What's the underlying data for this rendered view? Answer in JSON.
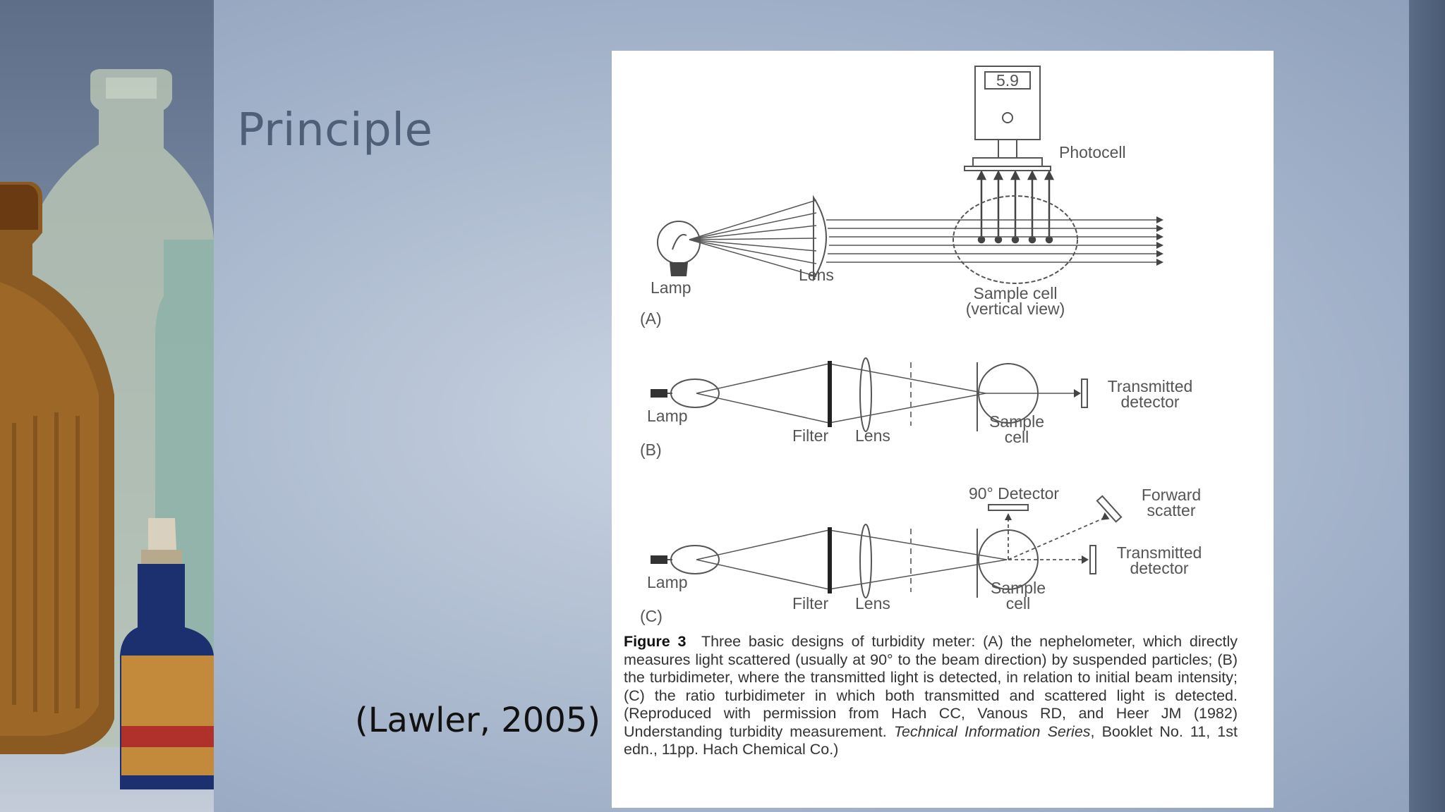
{
  "slide": {
    "title": "Principle",
    "citation": "(Lawler, 2005)"
  },
  "figure": {
    "meter_reading": "5.9",
    "panel_a": {
      "tag": "(A)",
      "photocell": "Photocell",
      "lamp": "Lamp",
      "lens": "Lens",
      "sample_cell_line1": "Sample cell",
      "sample_cell_line2": "(vertical view)"
    },
    "panel_b": {
      "tag": "(B)",
      "lamp": "Lamp",
      "filter": "Filter",
      "lens": "Lens",
      "sample_line1": "Sample",
      "sample_line2": "cell",
      "transmitted_line1": "Transmitted",
      "transmitted_line2": "detector"
    },
    "panel_c": {
      "tag": "(C)",
      "detector_90": "90° Detector",
      "forward_line1": "Forward",
      "forward_line2": "scatter",
      "lamp": "Lamp",
      "filter": "Filter",
      "lens": "Lens",
      "sample_line1": "Sample",
      "sample_line2": "cell",
      "transmitted_line1": "Transmitted",
      "transmitted_line2": "detector"
    },
    "caption": {
      "label": "Figure 3",
      "body": "Three basic designs of turbidity meter: (A) the nephelometer, which directly measures light scattered (usually at 90° to the beam direction) by suspended particles; (B) the turbidimeter, where the transmitted light is detected, in relation to initial beam intensity; (C) the ratio turbidimeter in which both transmitted and scattered light is detected. (Reproduced with permission from Hach CC, Vanous RD, and Heer JM (1982) Understanding turbidity measurement.",
      "series": "Technical Information Series",
      "tail": ", Booklet No. 11, 1st edn., 11pp. Hach Chemical Co.)"
    }
  }
}
